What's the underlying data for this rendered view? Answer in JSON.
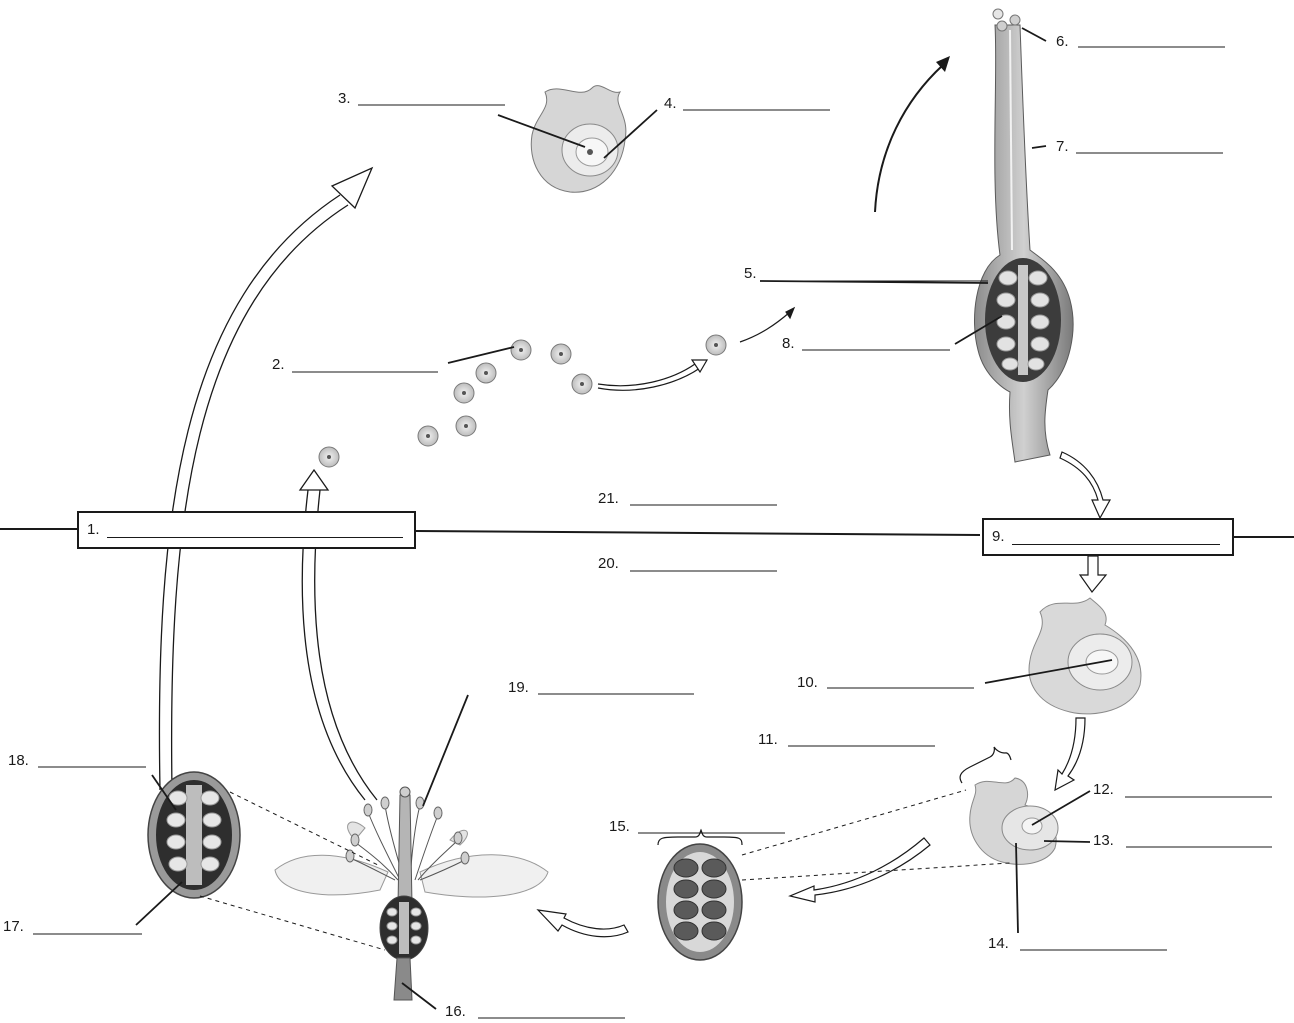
{
  "labels": {
    "l1": "1.",
    "l2": "2.",
    "l3": "3.",
    "l4": "4.",
    "l5": "5.",
    "l6": "6.",
    "l7": "7.",
    "l8": "8.",
    "l9": "9.",
    "l10": "10.",
    "l11": "11.",
    "l12": "12.",
    "l13": "13.",
    "l14": "14.",
    "l15": "15.",
    "l16": "16.",
    "l17": "17.",
    "l18": "18.",
    "l19": "19.",
    "l20": "20.",
    "l21": "21."
  },
  "colors": {
    "line": "#1a1a1a",
    "tissue_light": "#d9d9d9",
    "tissue_mid": "#a8a8a8",
    "tissue_dark": "#3a3a3a",
    "ovule": "#e6e6e6",
    "seed": "#6e6e6e"
  }
}
